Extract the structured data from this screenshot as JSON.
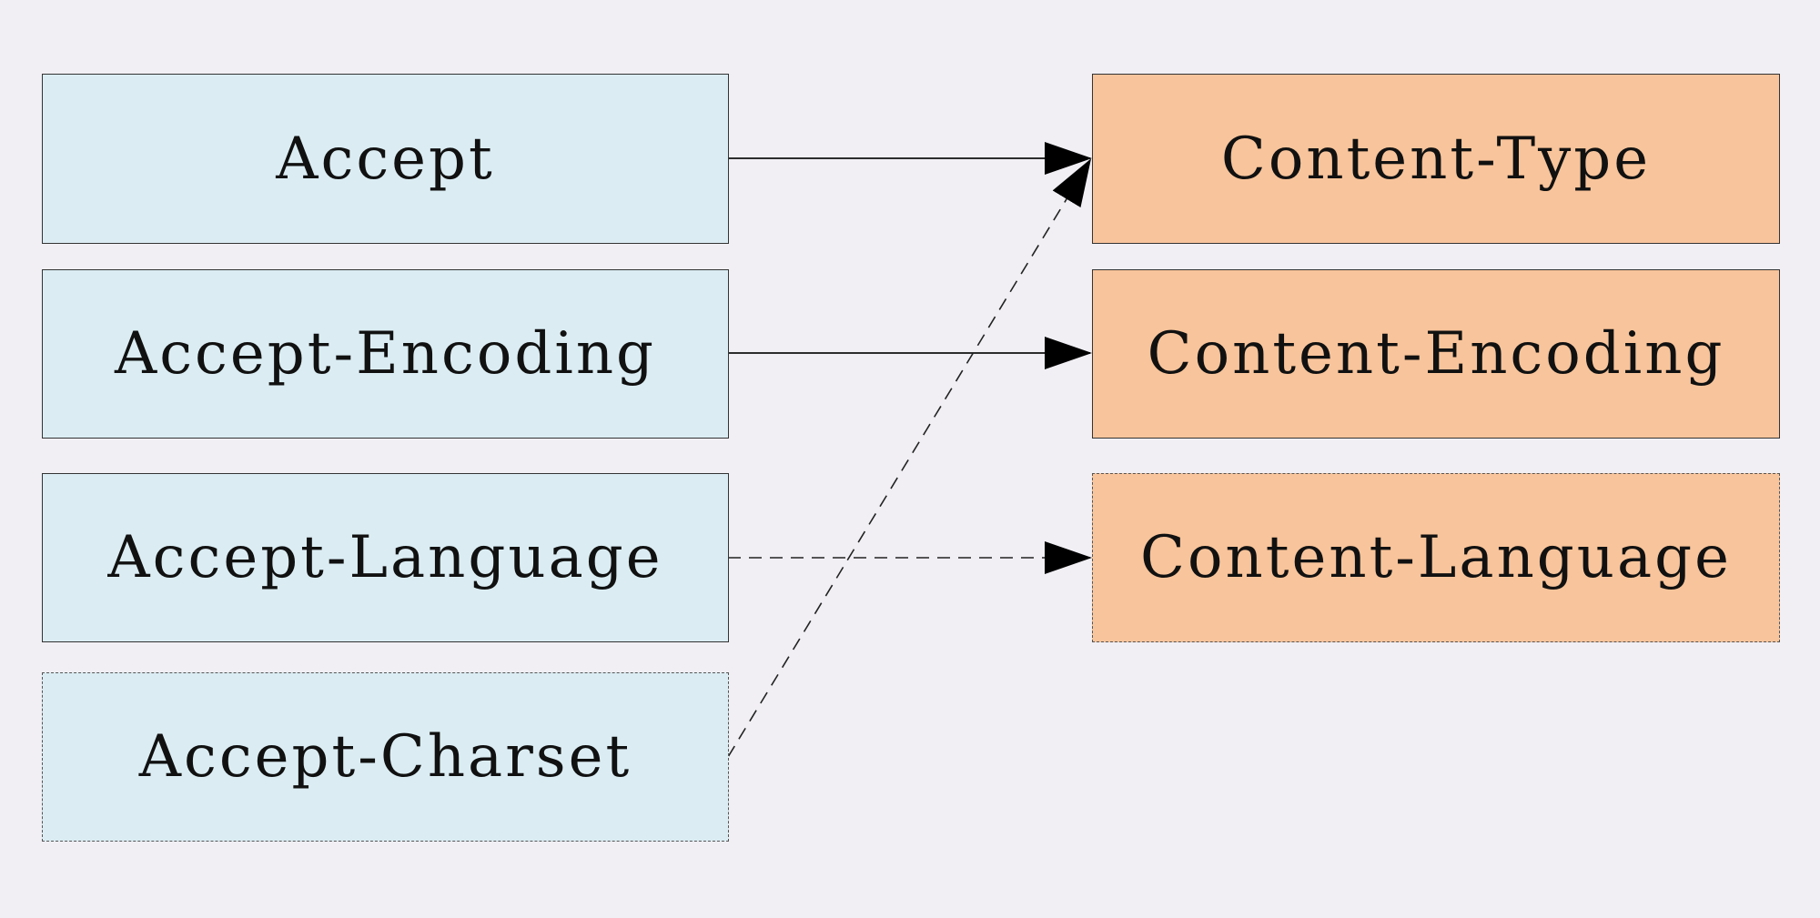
{
  "colors": {
    "background": "#f1eff4",
    "request_fill": "#dbedf3",
    "response_fill": "#f8c49b",
    "line": "#111111"
  },
  "request_headers": [
    {
      "id": "accept",
      "label": "Accept",
      "style": "solid"
    },
    {
      "id": "accept-encoding",
      "label": "Accept-Encoding",
      "style": "solid"
    },
    {
      "id": "accept-language",
      "label": "Accept-Language",
      "style": "solid"
    },
    {
      "id": "accept-charset",
      "label": "Accept-Charset",
      "style": "dashed"
    }
  ],
  "response_headers": [
    {
      "id": "content-type",
      "label": "Content-Type",
      "style": "solid"
    },
    {
      "id": "content-encoding",
      "label": "Content-Encoding",
      "style": "solid"
    },
    {
      "id": "content-language",
      "label": "Content-Language",
      "style": "dashed"
    }
  ],
  "arrows": [
    {
      "from": "accept",
      "to": "content-type",
      "style": "solid"
    },
    {
      "from": "accept-encoding",
      "to": "content-encoding",
      "style": "solid"
    },
    {
      "from": "accept-language",
      "to": "content-language",
      "style": "dashed"
    },
    {
      "from": "accept-charset",
      "to": "content-type",
      "style": "dashed"
    }
  ]
}
